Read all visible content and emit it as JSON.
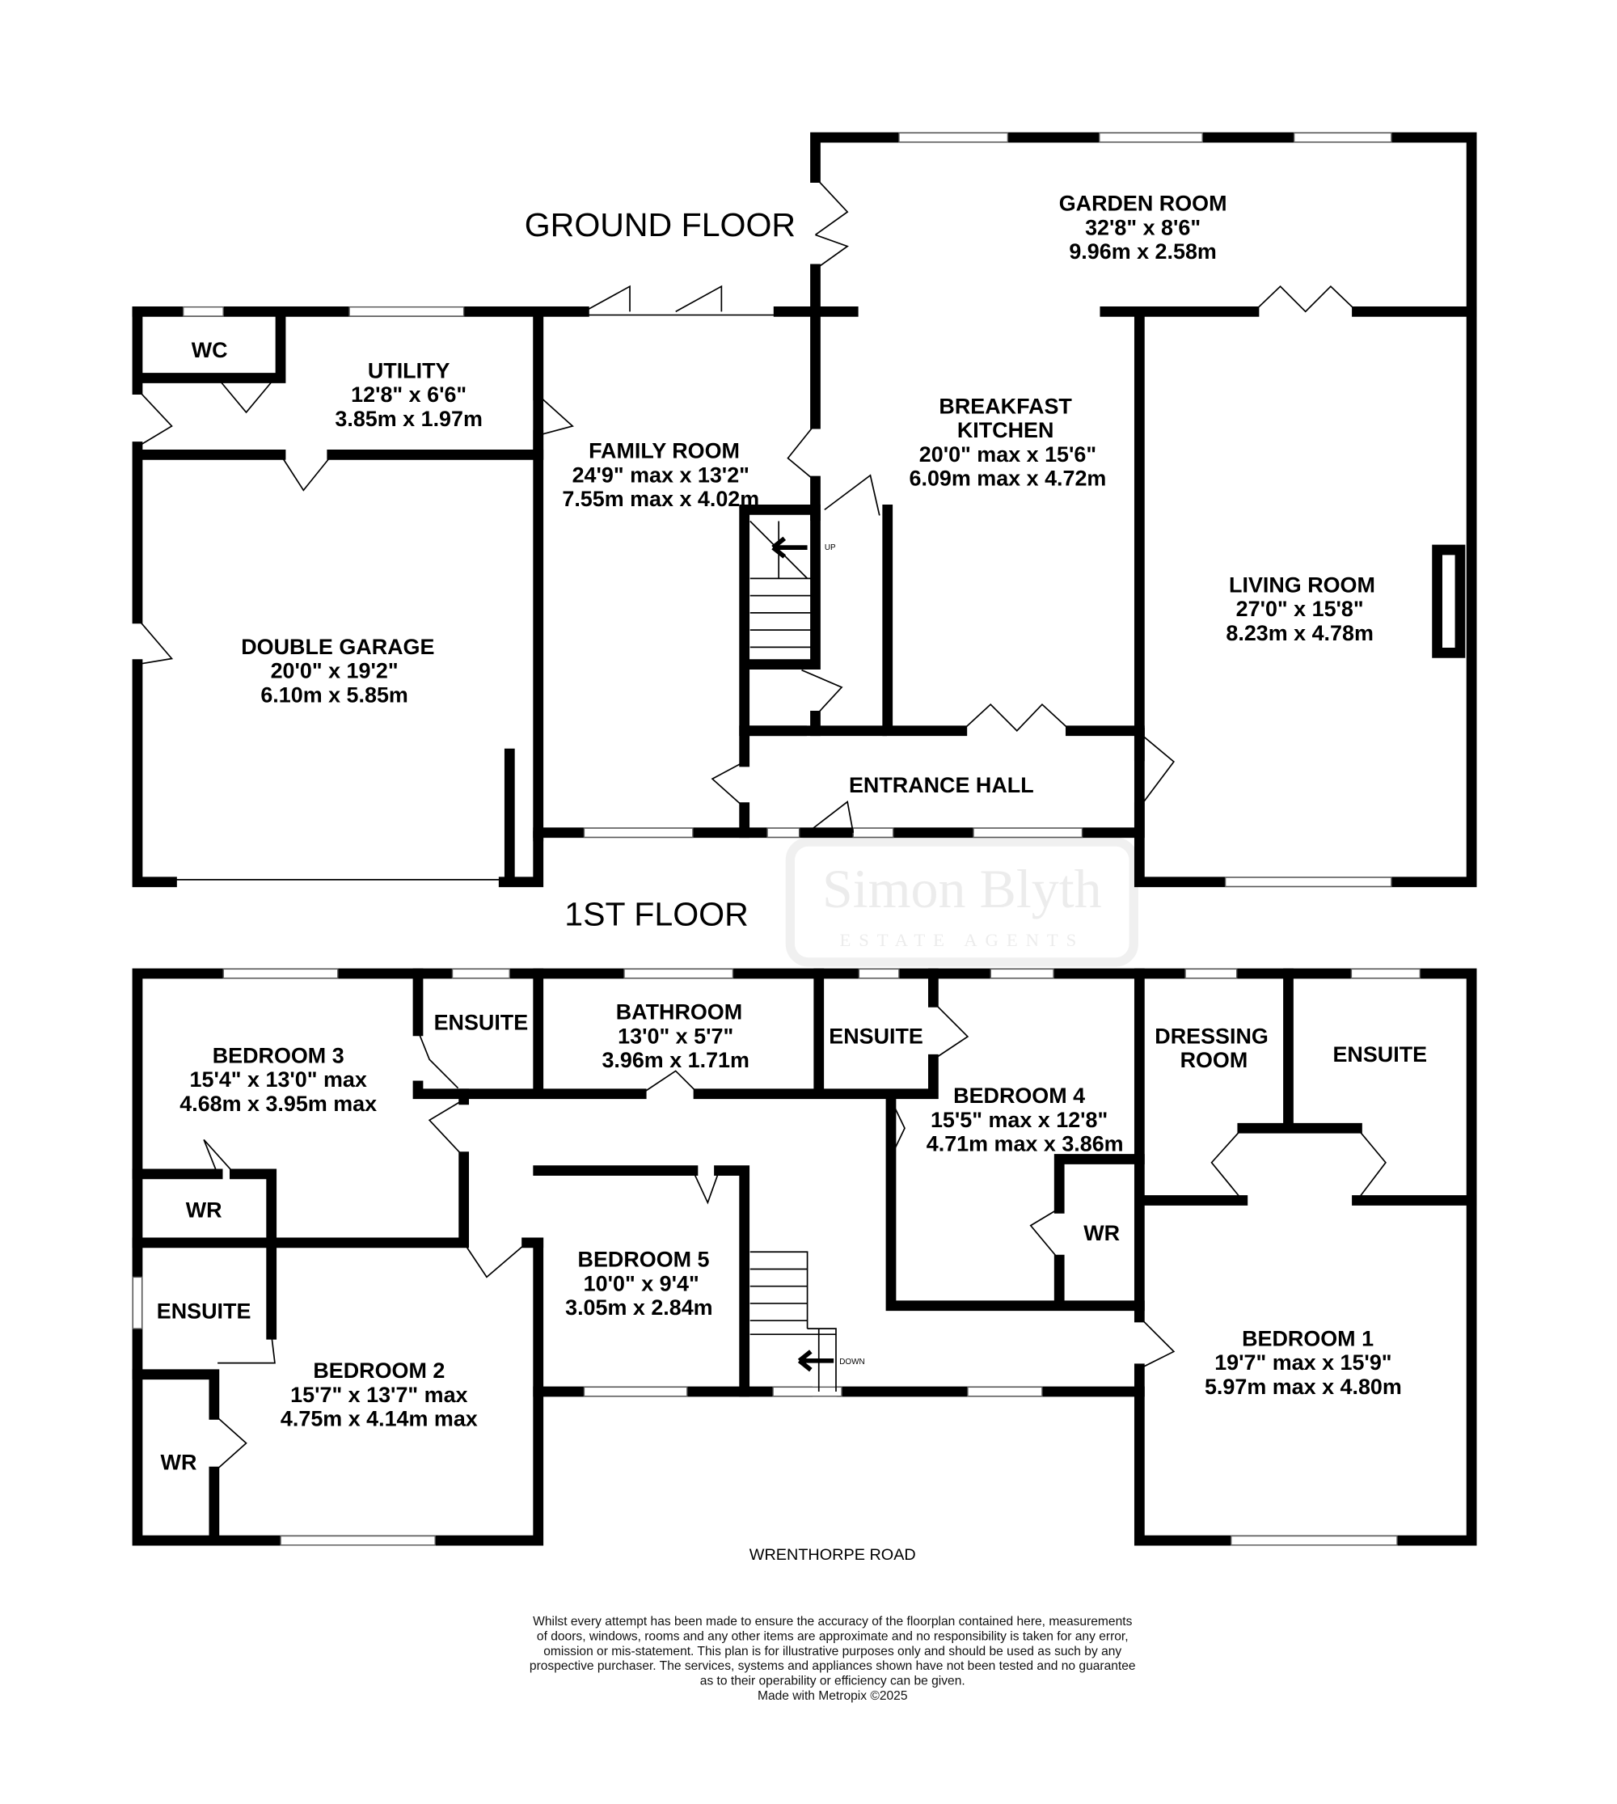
{
  "floors": {
    "ground": "GROUND FLOOR",
    "first": "1ST FLOOR"
  },
  "watermark": {
    "name": "Simon Blyth",
    "tagline": "ESTATE AGENTS"
  },
  "ground_rooms": [
    {
      "lines": [
        "GARDEN ROOM",
        "32'8\"  x 8'6\"",
        "9.96m  x 2.58m"
      ]
    },
    {
      "lines": [
        "WC"
      ]
    },
    {
      "lines": [
        "UTILITY",
        "12'8\"  x 6'6\"",
        "3.85m  x 1.97m"
      ]
    },
    {
      "lines": [
        "FAMILY ROOM",
        "24'9\" max x 13'2\"",
        "7.55m max x 4.02m"
      ]
    },
    {
      "lines": [
        "BREAKFAST",
        "KITCHEN",
        "20'0\" max x 15'6\"",
        "6.09m max x 4.72m"
      ]
    },
    {
      "lines": [
        "LIVING ROOM",
        "27'0\"  x 15'8\"",
        "8.23m  x 4.78m"
      ]
    },
    {
      "lines": [
        "DOUBLE GARAGE",
        "20'0\"  x 19'2\"",
        "6.10m  x 5.85m"
      ]
    },
    {
      "lines": [
        "ENTRANCE HALL"
      ]
    }
  ],
  "first_rooms": [
    {
      "lines": [
        "ENSUITE"
      ]
    },
    {
      "lines": [
        "BATHROOM",
        "13'0\"  x 5'7\"",
        "3.96m  x 1.71m"
      ]
    },
    {
      "lines": [
        "ENSUITE"
      ]
    },
    {
      "lines": [
        "DRESSING",
        "ROOM"
      ]
    },
    {
      "lines": [
        "ENSUITE"
      ]
    },
    {
      "lines": [
        "BEDROOM 3",
        "15'4\"  x 13'0\" max",
        "4.68m  x 3.95m max"
      ]
    },
    {
      "lines": [
        "BEDROOM 4",
        "15'5\" max x 12'8\"",
        "4.71m max x 3.86m"
      ]
    },
    {
      "lines": [
        "WR"
      ]
    },
    {
      "lines": [
        "WR"
      ]
    },
    {
      "lines": [
        "ENSUITE"
      ]
    },
    {
      "lines": [
        "BEDROOM 5",
        "10'0\"  x 9'4\"",
        "3.05m  x 2.84m"
      ]
    },
    {
      "lines": [
        "BEDROOM 1",
        "19'7\" max x 15'9\"",
        "5.97m max x 4.80m"
      ]
    },
    {
      "lines": [
        "BEDROOM 2",
        "15'7\"  x 13'7\" max",
        "4.75m  x 4.14m max"
      ]
    },
    {
      "lines": [
        "WR"
      ]
    }
  ],
  "stairs": {
    "up": "UP",
    "down": "DOWN"
  },
  "road": "WRENTHORPE ROAD",
  "disclaimer": [
    "Whilst every attempt has been made to ensure the accuracy of the floorplan contained here, measurements",
    "of doors, windows, rooms and any other items are approximate and no responsibility is taken for any error,",
    "omission or mis-statement. This plan is for illustrative purposes only and should be used as such by any",
    "prospective purchaser. The services, systems and appliances shown have not been tested and no guarantee",
    "as to their operability or efficiency can be given.",
    "Made with Metropix ©2025"
  ]
}
